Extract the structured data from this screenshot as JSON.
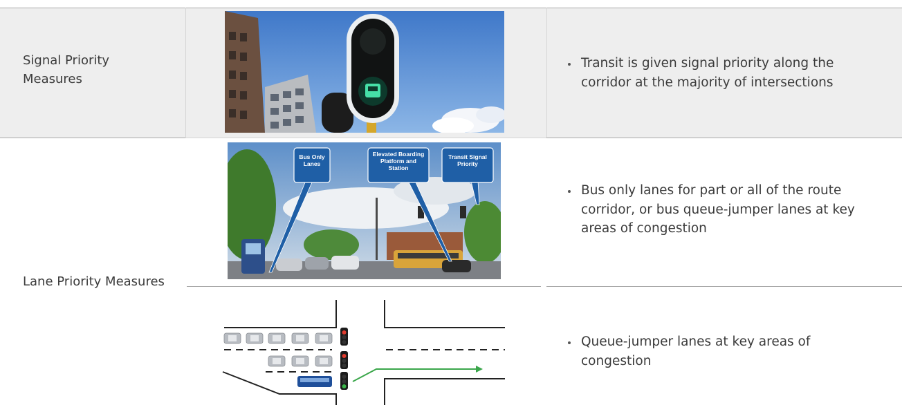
{
  "rows": [
    {
      "label": "Signal Priority Measures",
      "description": "Transit is given signal priority along the corridor at the majority of intersections",
      "image": "traffic-signal-photo"
    },
    {
      "label": "Lane Priority Measures",
      "description": "Bus only lanes for part or all of the route corridor, or bus queue-jumper lanes at key areas of congestion",
      "image": "bus-lane-photo",
      "callouts": [
        "Bus Only Lanes",
        "Elevated Boarding Platform and Station",
        "Transit Signal Priority"
      ]
    },
    {
      "label": "",
      "description": "Queue-jumper lanes at key areas of congestion",
      "image": "queue-jumper-diagram"
    }
  ],
  "colors": {
    "row_shade": "#eeeeee",
    "rule": "#a8a8a8",
    "callout": "#1f5fa6",
    "arrow": "#3aa64a"
  }
}
